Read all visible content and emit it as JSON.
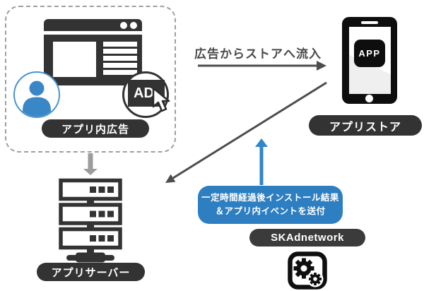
{
  "colors": {
    "dark": "#333333",
    "arrow_dark": "#4d4d4d",
    "arrow_gray": "#9c9c9c",
    "callout_blue": "#2d7fc1",
    "accent_blue": "#2f86c8",
    "avatar_blue": "#3a87c8"
  },
  "diagram": {
    "ad_box": {
      "label": "アプリ内広告",
      "badge": "AD"
    },
    "flow_label": "広告からストアへ流入",
    "store": {
      "label": "アプリストア",
      "app_badge": "APP"
    },
    "server": {
      "label": "アプリサーバー"
    },
    "skadnetwork": {
      "label": "SKAdnetwork"
    },
    "callout": {
      "line1": "一定時間経過後インストール結果",
      "line2": "＆アプリ内イベントを送付"
    }
  }
}
